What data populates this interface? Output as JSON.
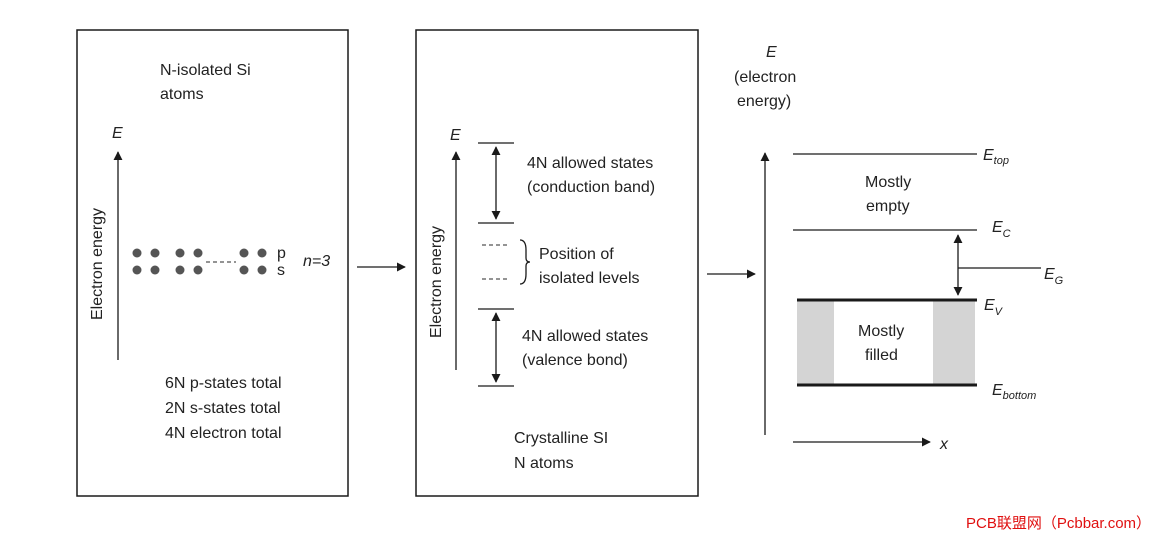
{
  "panel1": {
    "title_line1": "N-isolated Si",
    "title_line2": "atoms",
    "axis_label": "Electron energy",
    "axis_symbol": "E",
    "p_label": "p",
    "s_label": "s",
    "n_label": "n=3",
    "stat_line1": "6N p-states total",
    "stat_line2": "2N s-states total",
    "stat_line3": "4N electron total"
  },
  "panel2": {
    "axis_label": "Electron energy",
    "axis_symbol": "E",
    "conduction_line1": "4N allowed states",
    "conduction_line2": "(conduction band)",
    "isolated_line1": "Position of",
    "isolated_line2": "isolated levels",
    "valence_line1": "4N allowed states",
    "valence_line2": "(valence bond)",
    "footer_line1": "Crystalline SI",
    "footer_line2": "N atoms"
  },
  "panel3": {
    "axis_symbol": "E",
    "axis_desc_line1": "(electron",
    "axis_desc_line2": "energy)",
    "x_label": "x",
    "top_label": "E",
    "top_sub": "top",
    "c_label": "E",
    "c_sub": "C",
    "g_label": "E",
    "g_sub": "G",
    "v_label": "E",
    "v_sub": "V",
    "bottom_label": "E",
    "bottom_sub": "bottom",
    "empty_line1": "Mostly",
    "empty_line2": "empty",
    "filled_line1": "Mostly",
    "filled_line2": "filled"
  },
  "watermark": "PCB联盟网（Pcbbar.com）",
  "colors": {
    "line": "#1a1a1a",
    "dot": "#555555",
    "band_fill": "#d4d4d4",
    "watermark": "#e01010"
  }
}
